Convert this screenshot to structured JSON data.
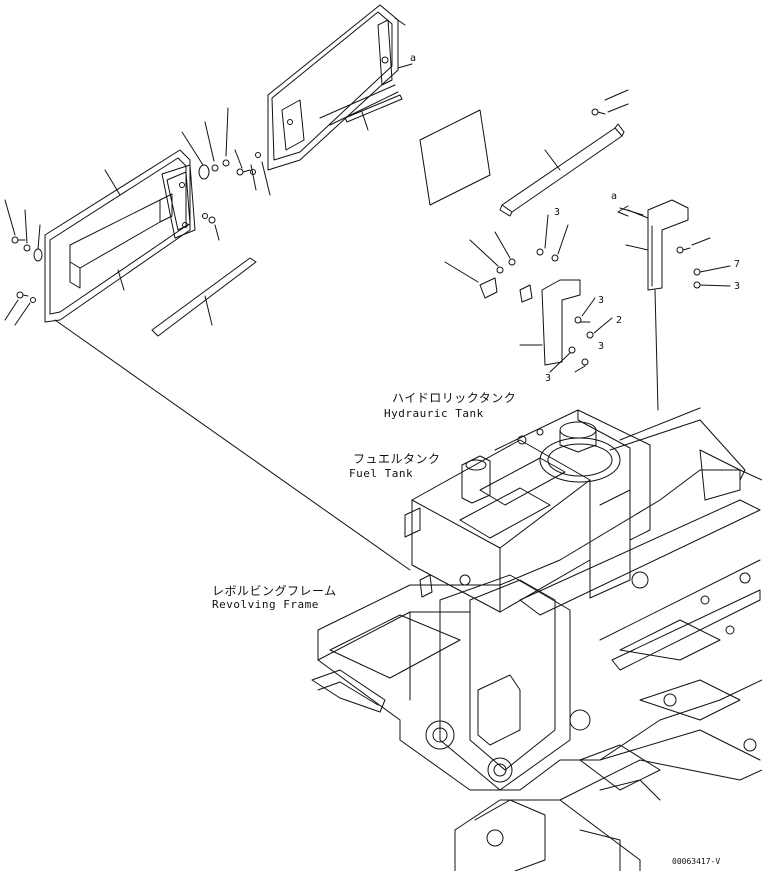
{
  "labels": {
    "hydraulic_tank_jp": "ハイドロリックタンク",
    "hydraulic_tank_en": "Hydrauric Tank",
    "fuel_tank_jp": "フュエルタンク",
    "fuel_tank_en": "Fuel Tank",
    "revolving_frame_jp": "レボルビングフレーム",
    "revolving_frame_en": "Revolving Frame"
  },
  "callouts": {
    "a_top": "a",
    "a_bracket": "a",
    "n3_a": "3",
    "n3_b": "3",
    "n3_c": "3",
    "n3_d": "3",
    "n3_e": "3",
    "n2": "2",
    "n7": "7"
  },
  "drawing_ref": "00063417-V",
  "colors": {
    "line": "#111111",
    "background": "#ffffff"
  }
}
